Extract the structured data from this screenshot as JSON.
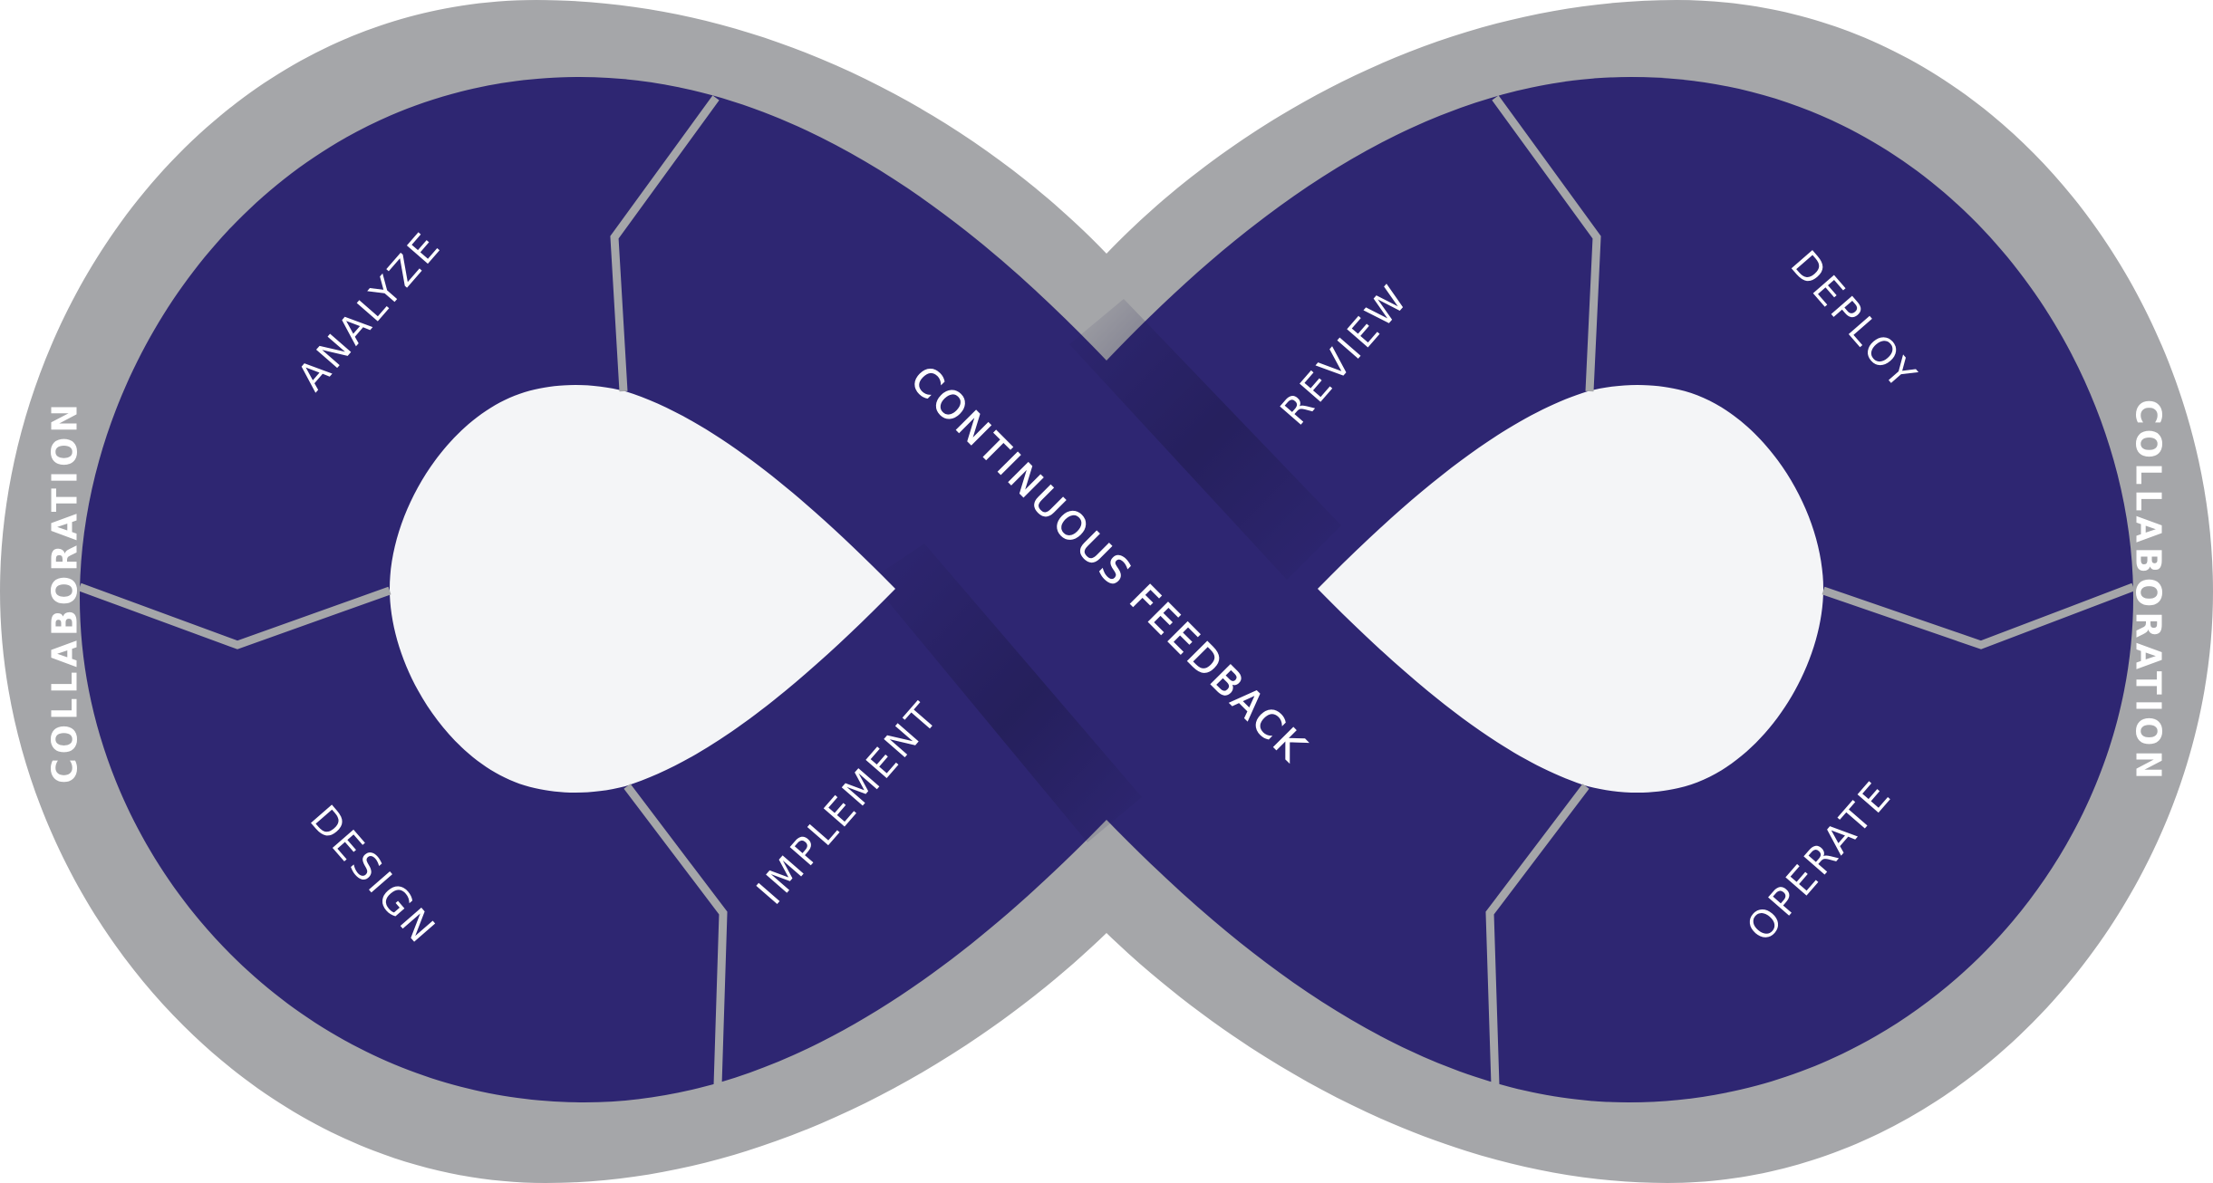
{
  "colors": {
    "ring": "#a5a6a9",
    "band": "#2e2672",
    "band_shadow": "#1f1b4d",
    "hole": "#f4f5f7",
    "divider": "#a5a6a9",
    "text": "#ffffff"
  },
  "labels": {
    "analyze": "ANALYZE",
    "design": "DESIGN",
    "implement": "IMPLEMENT",
    "review": "REVIEW",
    "deploy": "DEPLOY",
    "operate": "OPERATE",
    "continuous_feedback": "CONTINUOUS FEEDBACK",
    "collaboration_left": "COLLABORATION",
    "collaboration_right": "COLLABORATION"
  }
}
